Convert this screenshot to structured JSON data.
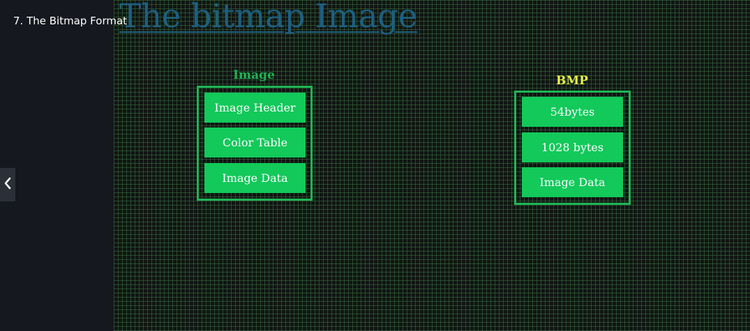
{
  "sidebar": {
    "lesson_title": "7. The Bitmap Format"
  },
  "slide": {
    "title": "The bitmap Image",
    "image_diagram": {
      "label": "Image",
      "label_color": "#1fb455",
      "blocks": [
        "Image Header",
        "Color Table",
        "Image Data"
      ]
    },
    "bmp_diagram": {
      "label": "BMP",
      "label_color": "#e8f04a",
      "blocks": [
        "54bytes",
        "1028 bytes",
        "Image Data"
      ]
    }
  },
  "icons": {
    "prev": "chevron-left-icon"
  },
  "colors": {
    "title": "#1d5f80",
    "block_fill": "#12c95a",
    "frame": "#1fb455",
    "grid": "#3c7346"
  }
}
